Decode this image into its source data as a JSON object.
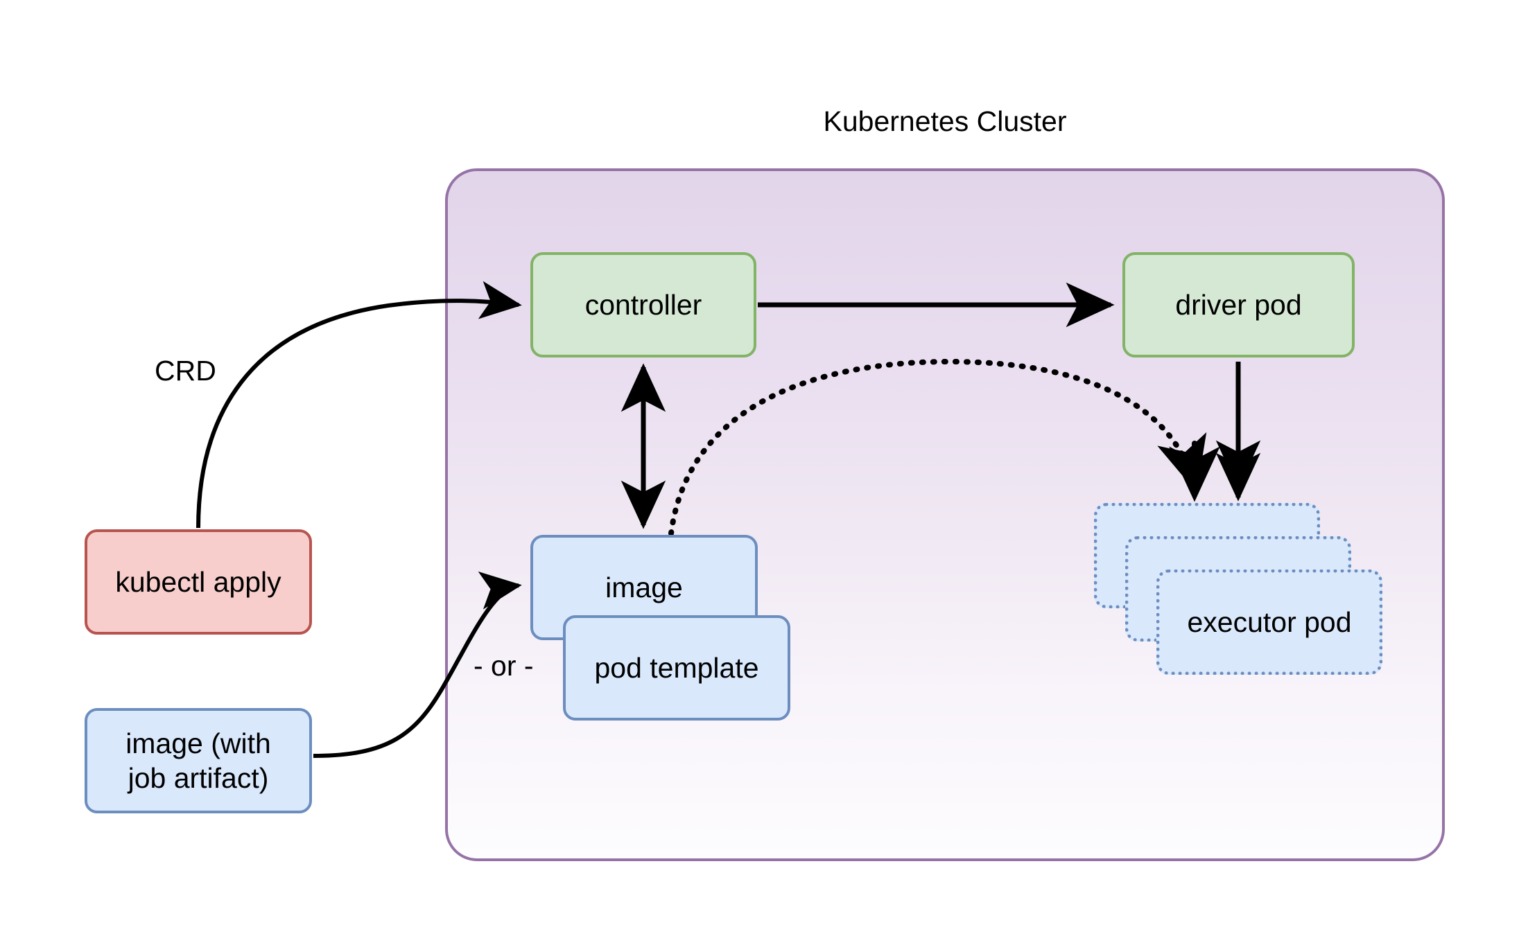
{
  "diagram": {
    "title": "Kubernetes Cluster",
    "background": "#ffffff"
  },
  "colors": {
    "cluster_border": "#9673a6",
    "cluster_fill_top": "#e1d5e7",
    "cluster_fill_bottom": "#fdfcfe",
    "green_fill": "#d5e8d4",
    "green_border": "#82b366",
    "blue_fill": "#dae8fc",
    "blue_border": "#6c8ebf",
    "red_fill": "#f8cecc",
    "red_border": "#b85450",
    "edge_color": "#000000"
  },
  "nodes": {
    "kubectl_apply": {
      "label": "kubectl apply",
      "style": "red",
      "border": "solid"
    },
    "image_job_artifact": {
      "label": "image (with\njob artifact)",
      "line1": "image (with",
      "line2": "job artifact)",
      "style": "blue",
      "border": "solid"
    },
    "controller": {
      "label": "controller",
      "style": "green",
      "border": "solid"
    },
    "driver_pod": {
      "label": "driver pod",
      "style": "green",
      "border": "solid"
    },
    "image": {
      "label": "image",
      "style": "blue",
      "border": "solid"
    },
    "pod_template": {
      "label": "pod template",
      "style": "blue",
      "border": "solid"
    },
    "executor_pod_back": {
      "label": "executor pod",
      "style": "blue",
      "border": "dotted"
    },
    "executor_pod_middle": {
      "label": "executor pod",
      "style": "blue",
      "border": "dotted"
    },
    "executor_pod_front": {
      "label": "executor pod",
      "style": "blue",
      "border": "dotted"
    }
  },
  "edge_labels": {
    "crd": "CRD",
    "or": "- or -"
  },
  "edges": [
    {
      "from": "kubectl_apply",
      "to": "controller",
      "label": "CRD",
      "style": "solid",
      "arrow": "single"
    },
    {
      "from": "image_job_artifact",
      "to": "image",
      "label": "",
      "style": "solid",
      "arrow": "single"
    },
    {
      "from": "controller",
      "to": "driver_pod",
      "label": "",
      "style": "solid",
      "arrow": "single"
    },
    {
      "from": "controller",
      "to": "image",
      "label": "",
      "style": "solid",
      "arrow": "double"
    },
    {
      "from": "image",
      "to": "executor_pod_back",
      "label": "",
      "style": "dotted",
      "arrow": "single"
    },
    {
      "from": "driver_pod",
      "to": "executor_pod_back",
      "label": "",
      "style": "solid",
      "arrow": "single"
    }
  ]
}
